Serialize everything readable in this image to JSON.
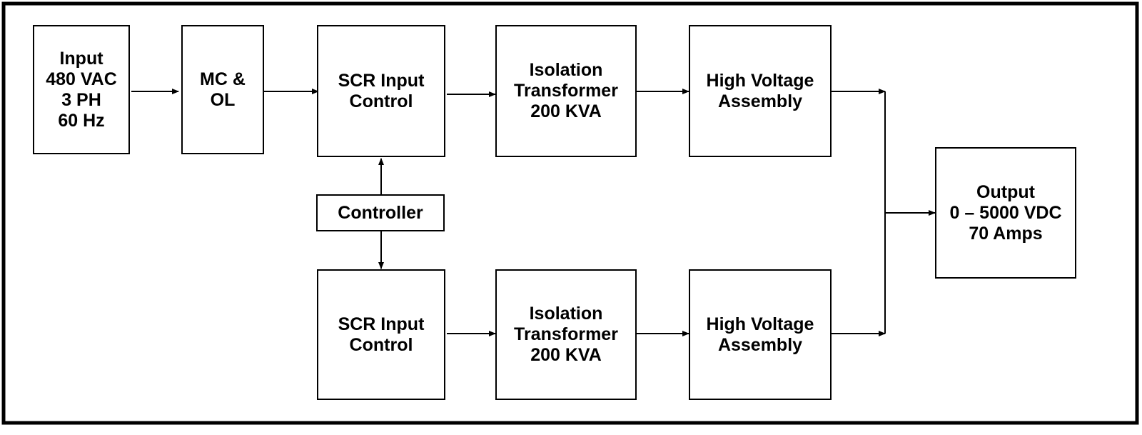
{
  "diagram": {
    "blocks": {
      "input": "Input\n480 VAC\n3 PH\n60 Hz",
      "mc_ol": "MC &\nOL",
      "scr_top": "SCR Input\nControl",
      "iso_top": "Isolation\nTransformer\n200 KVA",
      "hv_top": "High Voltage\nAssembly",
      "controller": "Controller",
      "scr_bottom": "SCR Input\nControl",
      "iso_bottom": "Isolation\nTransformer\n200 KVA",
      "hv_bottom": "High Voltage\nAssembly",
      "output": "Output\n0 – 5000 VDC\n70 Amps"
    },
    "colors": {
      "stroke": "#000000",
      "background": "#ffffff"
    }
  }
}
